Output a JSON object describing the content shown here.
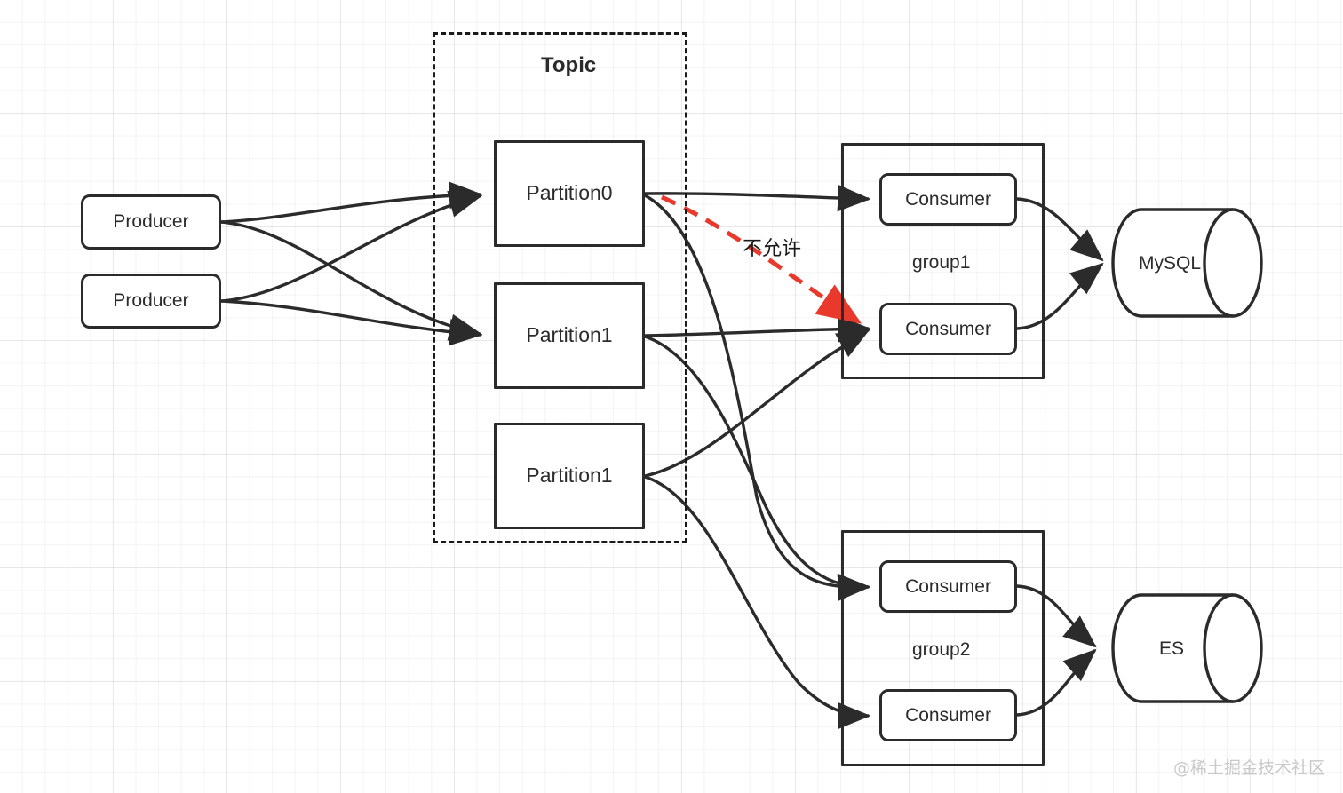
{
  "diagram": {
    "title": "Kafka topic partition consumer group diagram",
    "colors": {
      "stroke": "#2b2b2b",
      "forbidden": "#e8392c",
      "background": "#ffffff",
      "grid": "#ebebeb",
      "watermark": "#c9c9c9"
    },
    "producers": [
      {
        "label": "Producer"
      },
      {
        "label": "Producer"
      }
    ],
    "topic": {
      "title": "Topic",
      "partitions": [
        {
          "label": "Partition0"
        },
        {
          "label": "Partition1"
        },
        {
          "label": "Partition1"
        }
      ]
    },
    "groups": [
      {
        "label": "group1",
        "consumers": [
          {
            "label": "Consumer"
          },
          {
            "label": "Consumer"
          }
        ],
        "sink": {
          "label": "MySQL",
          "shape": "cylinder"
        }
      },
      {
        "label": "group2",
        "consumers": [
          {
            "label": "Consumer"
          },
          {
            "label": "Consumer"
          }
        ],
        "sink": {
          "label": "ES",
          "shape": "cylinder"
        }
      }
    ],
    "annotations": [
      {
        "label": "不允许",
        "style": "red-dashed-arrow"
      }
    ],
    "watermark": "@稀土掘金技术社区"
  }
}
